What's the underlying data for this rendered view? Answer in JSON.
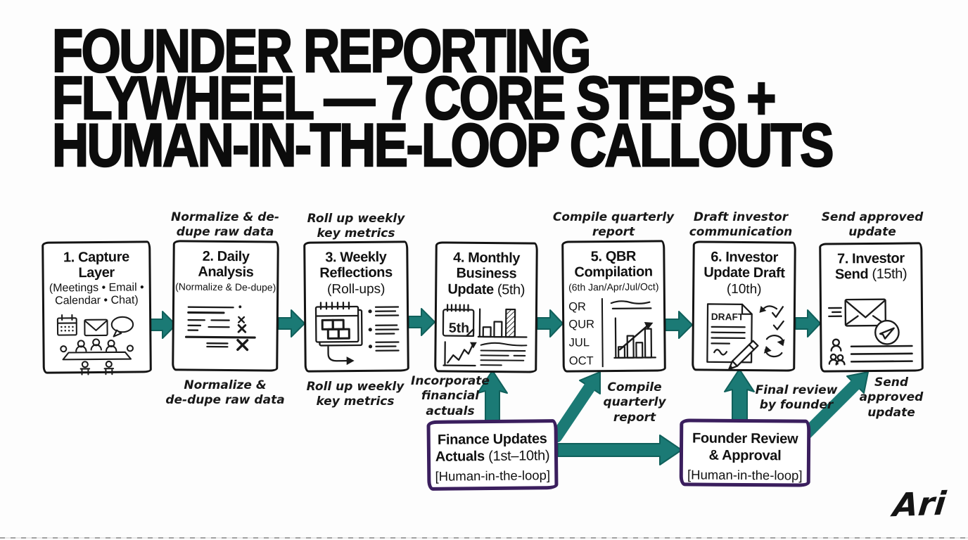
{
  "title": {
    "line1": "FOUNDER REPORTING",
    "line2": "FLYWHEEL — 7 CORE STEPS +",
    "line3": "HUMAN-IN-THE-LOOP CALLOUTS"
  },
  "steps": [
    {
      "title": "1. Capture Layer",
      "subtitle": "(Meetings • Email • Calendar • Chat)"
    },
    {
      "title": "2. Daily Analysis",
      "subtitle": "(Normalize & De-dupe)"
    },
    {
      "title": "3. Weekly Reflections",
      "subtitle": "(Roll-ups)"
    },
    {
      "title": "4. Monthly Business Update",
      "subtitle": "(5th)"
    },
    {
      "title": "5. QBR Compilation",
      "subtitle": "(6th Jan/Apr/Jul/Oct)"
    },
    {
      "title": "6. Investor Update Draft",
      "subtitle": "(10th)"
    },
    {
      "title": "7. Investor Send",
      "subtitle": "(15th)"
    }
  ],
  "annotations": {
    "above_step2": "Normalize & de-\ndupe raw data",
    "above_step3": "Roll up weekly\nkey metrics",
    "above_step5": "Compile quarterly\nreport",
    "above_step6": "Draft investor\ncommunication",
    "above_step7": "Send approved\nupdate",
    "below_step2": "Normalize &\nde-dupe raw data",
    "below_step3": "Roll up weekly\nkey metrics",
    "below_step4": "Incorporate\nfinancial\nactuals",
    "below_step5": "Compile\nquarterly\nreport",
    "below_step6": "Final review\nby founder",
    "below_step7": "Send\napproved\nupdate"
  },
  "callouts": [
    {
      "title": "Finance Updates Actuals",
      "detail": "(1st–10th)",
      "tag": "[Human-in-the-loop]"
    },
    {
      "title": "Founder Review & Approval",
      "detail": "",
      "tag": "[Human-in-the-loop]"
    }
  ],
  "icon_labels": {
    "step4_calendar": "5th",
    "step5_list": [
      "QR",
      "QUR",
      "JUL",
      "OCT"
    ],
    "step6_doc": "DRAFT"
  },
  "signature": "Ari",
  "colors": {
    "arrow_teal": "#1b7a75",
    "callout_purple": "#3b1f5e",
    "ink": "#111111"
  }
}
